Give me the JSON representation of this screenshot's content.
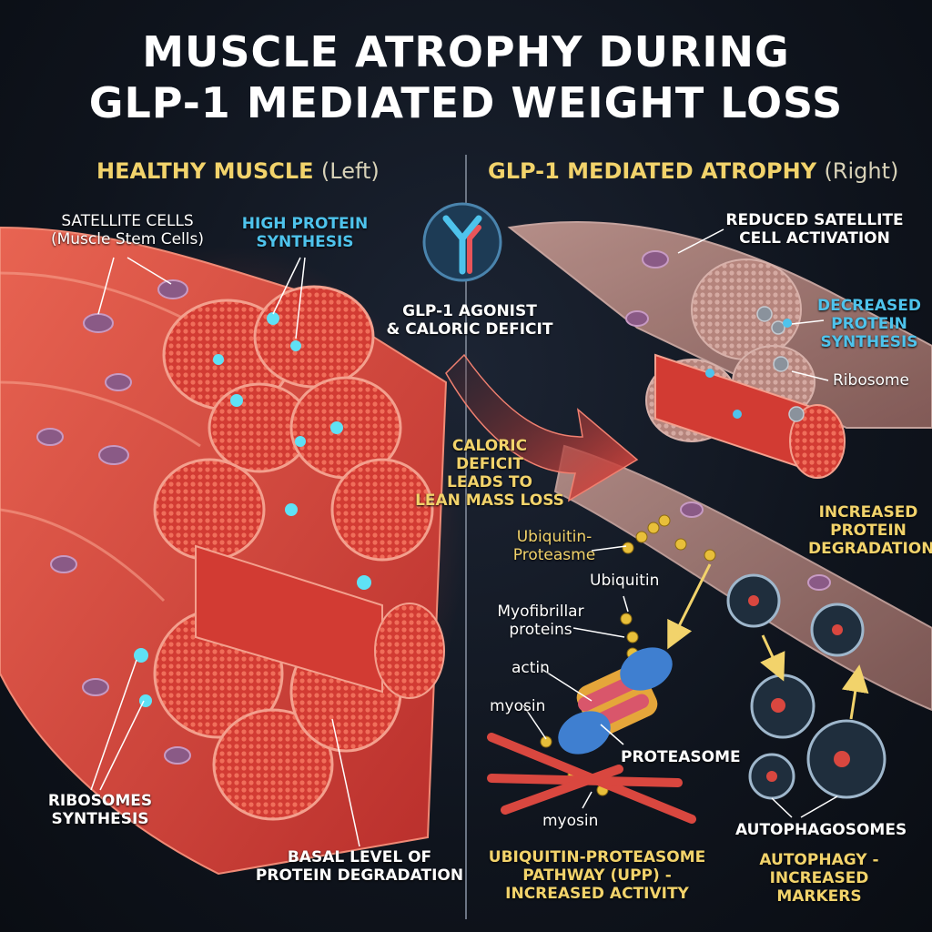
{
  "title": {
    "line1": "MUSCLE ATROPHY DURING",
    "line2": "GLP-1 MEDIATED WEIGHT LOSS"
  },
  "left_panel": {
    "heading": "HEALTHY MUSCLE",
    "side": "(Left)",
    "labels": {
      "satellite_cells": "SATELLITE CELLS",
      "satellite_sub": "(Muscle Stem Cells)",
      "high_protein_1": "HIGH PROTEIN",
      "high_protein_2": "SYNTHESIS",
      "ribosomes_1": "RIBOSOMES",
      "ribosomes_2": "SYNTHESIS",
      "basal_1": "BASAL LEVEL OF",
      "basal_2": "PROTEIN DEGRADATION"
    }
  },
  "right_panel": {
    "heading": "GLP-1 MEDIATED ATROPHY",
    "side": "(Right)",
    "labels": {
      "agonist_1": "GLP-1 AGONIST",
      "agonist_2": "& CALORIC DEFICIT",
      "caloric_1": "CALORIC",
      "caloric_2": "DEFICIT",
      "caloric_3": "LEADS TO",
      "caloric_4": "LEAN MASS LOSS",
      "reduced_1": "REDUCED SATELLITE",
      "reduced_2": "CELL ACTIVATION",
      "decreased_1": "DECREASED",
      "decreased_2": "PROTEIN",
      "decreased_3": "SYNTHESIS",
      "ribosome": "Ribosome",
      "increased_1": "INCREASED",
      "increased_2": "PROTEIN",
      "increased_3": "DEGRADATION",
      "ub_proteasome_1": "Ubiquitin-",
      "ub_proteasome_2": "Proteasme",
      "ubiquitin": "Ubiquitin",
      "myofib_1": "Myofibrillar",
      "myofib_2": "proteins",
      "actin": "actin",
      "myosin_a": "myosin",
      "proteasome": "PROTEASOME",
      "myosin_b": "myosin",
      "autophagosomes": "AUTOPHAGOSOMES",
      "upp_1": "UBIQUITIN-PROTEASOME",
      "upp_2": "PATHWAY (UPP) -",
      "upp_3": "INCREASED ACTIVITY",
      "autophagy_1": "AUTOPHAGY -",
      "autophagy_2": "INCREASED MARKERS"
    }
  },
  "colors": {
    "background": "#111720",
    "heading_yellow": "#f2d36b",
    "cyan": "#4ec3ec",
    "muscle_red": "#d9413a",
    "atrophy_pink": "#b98a83",
    "arrow_red": "#c9413d"
  }
}
